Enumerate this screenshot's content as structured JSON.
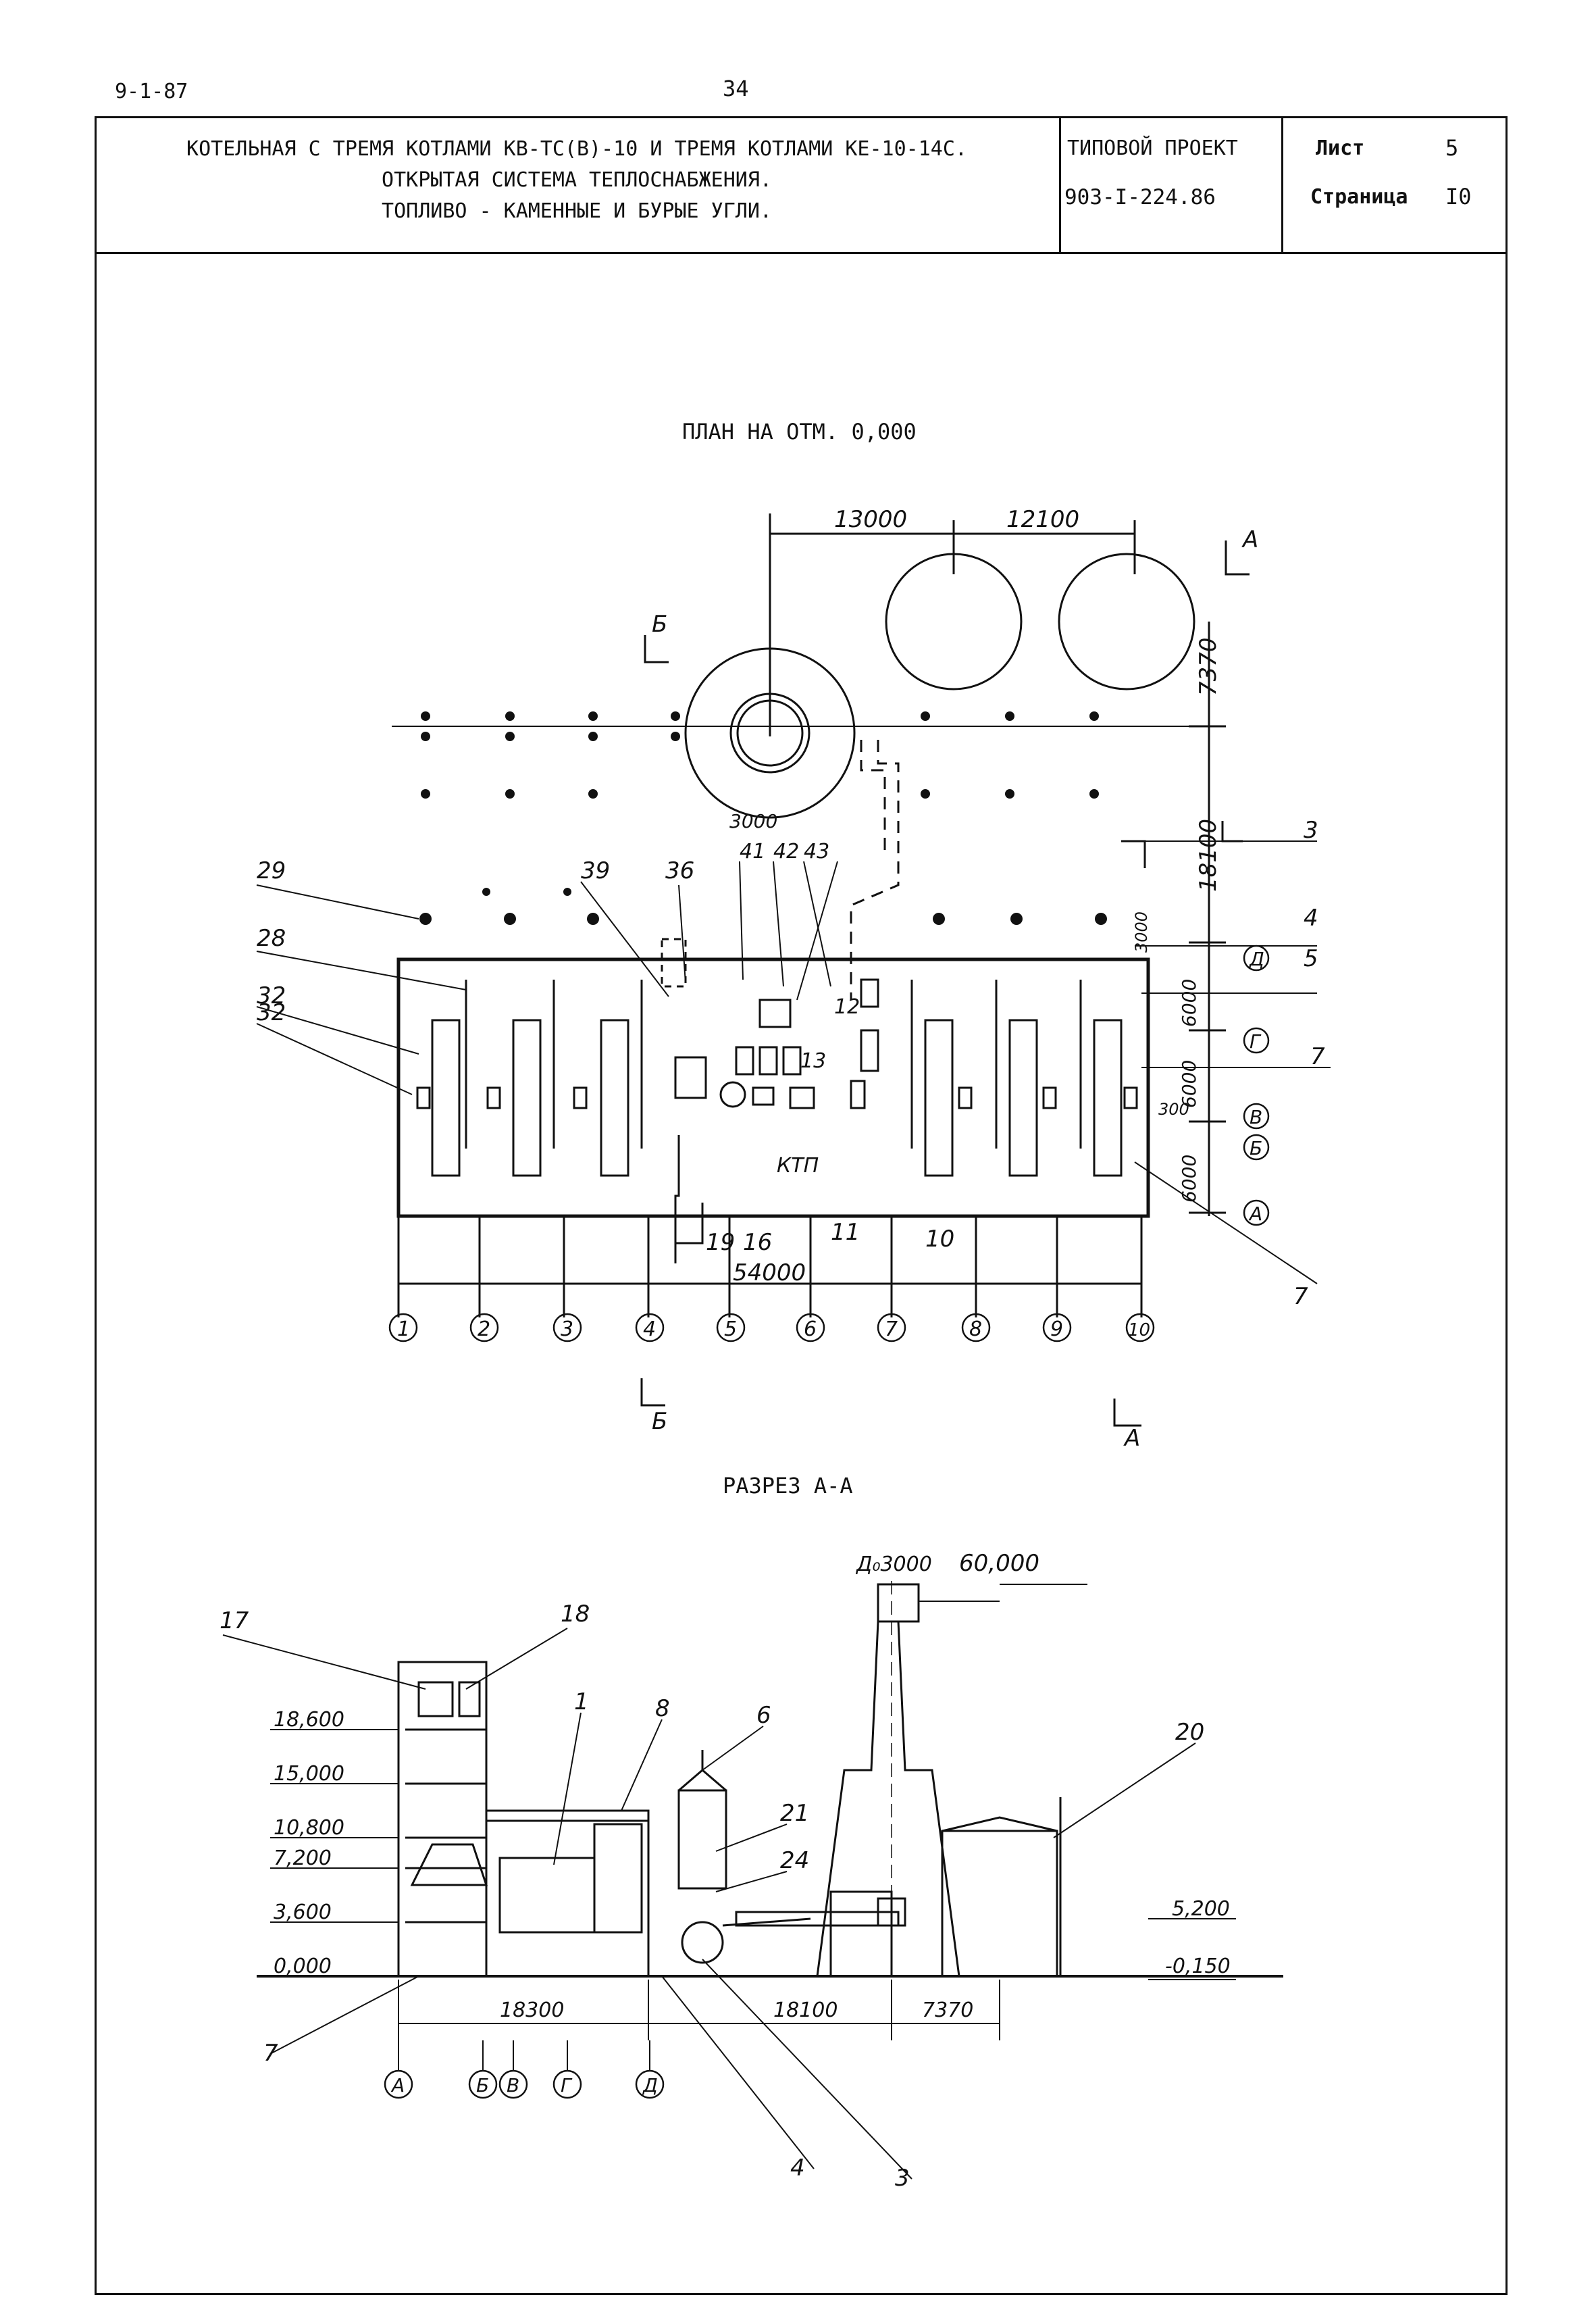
{
  "header": {
    "code": "9-1-87",
    "page_number": "34"
  },
  "title_block": {
    "title_lines": [
      "КОТЕЛЬНАЯ С ТРЕМЯ КОТЛАМИ КВ-ТС(В)-10 И ТРЕМЯ КОТЛАМИ КЕ-10-14С.",
      "ОТКРЫТАЯ СИСТЕМА ТЕПЛОСНАБЖЕНИЯ.",
      "ТОПЛИВО - КАМЕННЫЕ И БУРЫЕ УГЛИ."
    ],
    "project_label": "ТИПОВОЙ ПРОЕКТ",
    "project_number": "903-I-224.86",
    "sheet_label": "Лист",
    "sheet_value": "5",
    "page_label": "Страница",
    "page_value": "I0"
  },
  "plan": {
    "title": "ПЛАН НА ОТМ. 0,000",
    "dims_top": [
      "13000",
      "12100"
    ],
    "dim_right_top": "7370",
    "dim_18100": "18100",
    "dim_3000": "3000",
    "dims_right_rows": [
      "3000",
      "6000",
      "6000",
      "300",
      "6000"
    ],
    "dim_total": "54000",
    "ktp": "КТП",
    "section_marks": [
      "А",
      "А",
      "Б",
      "Б"
    ],
    "axes_numbers": [
      "1",
      "2",
      "3",
      "4",
      "5",
      "6",
      "7",
      "8",
      "9",
      "10"
    ],
    "axes_letters": [
      "Д",
      "Г",
      "В",
      "Б",
      "А"
    ],
    "callouts_left": [
      "29",
      "28",
      "32",
      "32"
    ],
    "callouts_top": [
      "39",
      "36",
      "41",
      "42",
      "43"
    ],
    "callouts_mid": [
      "12",
      "13"
    ],
    "callouts_bottom": [
      "19",
      "16",
      "11",
      "10"
    ],
    "callouts_right": [
      "3",
      "4",
      "5",
      "7",
      "7"
    ]
  },
  "section": {
    "title": "РАЗРЕЗ А-А",
    "chimney_diameter": "Д₀3000",
    "chimney_top_level": "60,000",
    "levels_left": [
      "18,600",
      "15,000",
      "10,800",
      "7,200",
      "3,600",
      "0,000"
    ],
    "levels_right": [
      "5,200",
      "-0,150"
    ],
    "dims_bottom": [
      "18300",
      "18100",
      "7370"
    ],
    "axes_letters": [
      "А",
      "Б",
      "В",
      "Г",
      "Д"
    ],
    "callouts": [
      "17",
      "18",
      "1",
      "8",
      "6",
      "21",
      "24",
      "20",
      "7",
      "4",
      "3"
    ]
  }
}
